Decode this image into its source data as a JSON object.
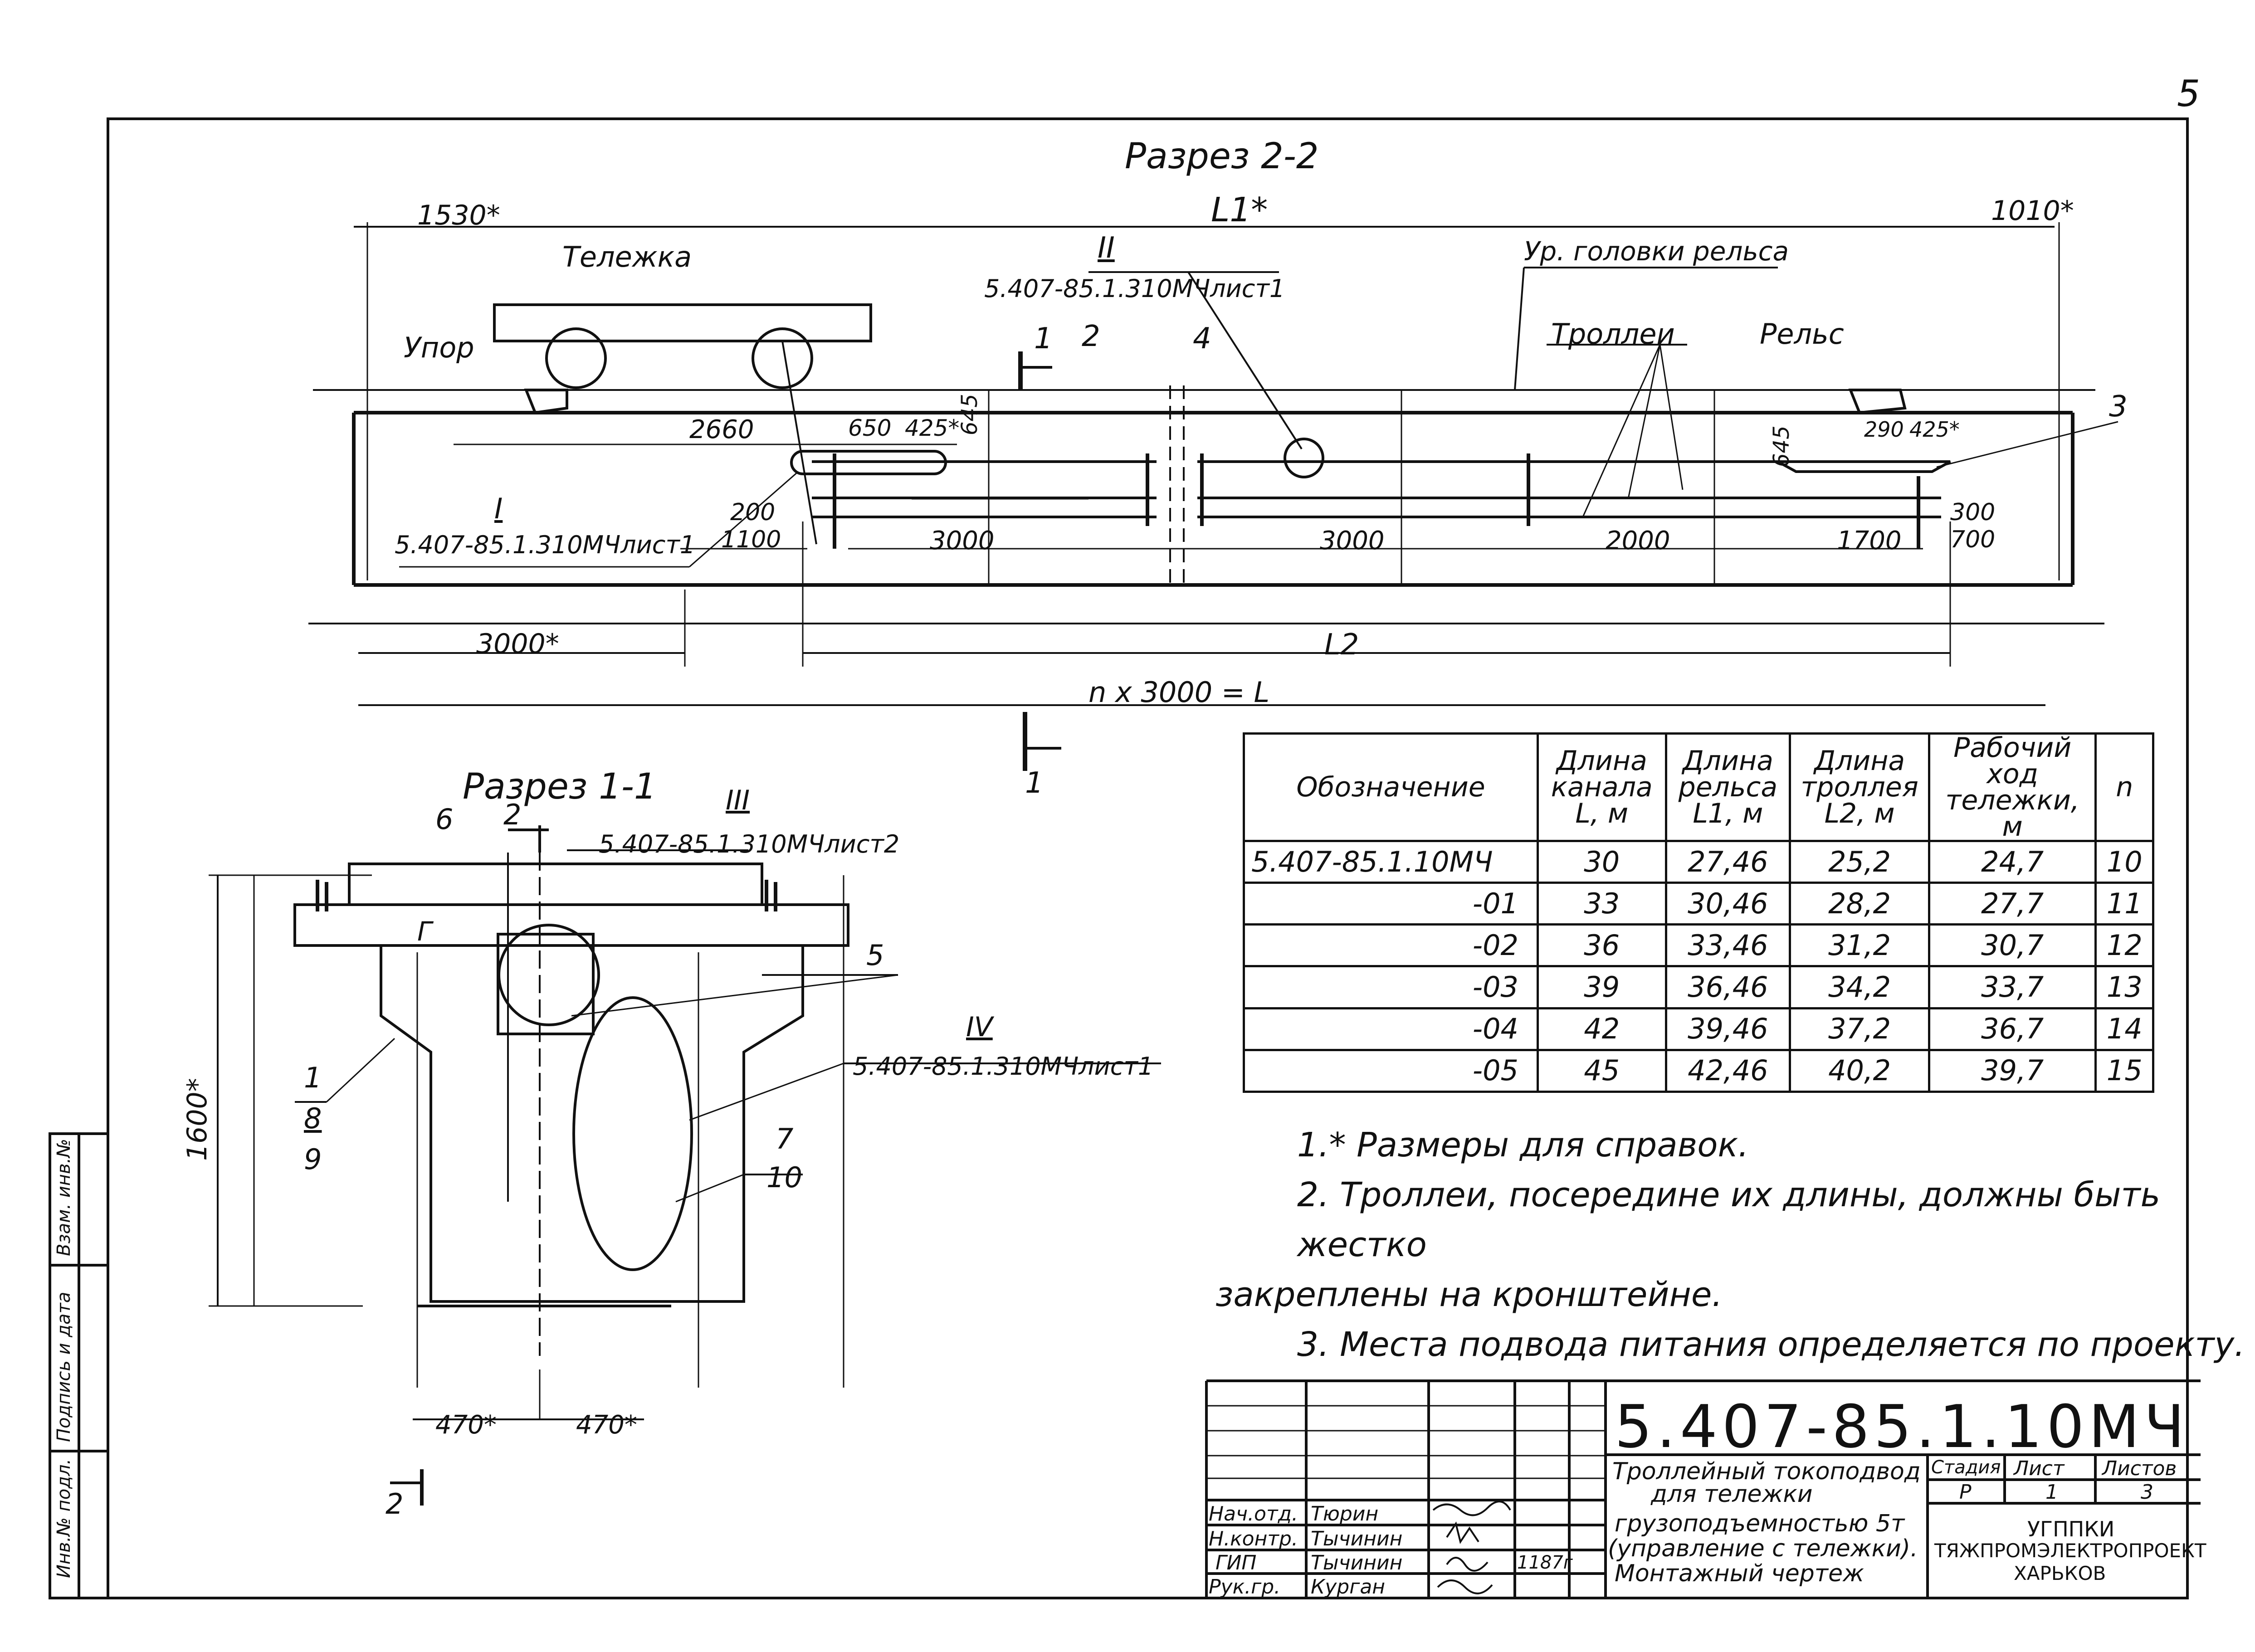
{
  "page_number": "5",
  "section_2_2": {
    "title": "Разрез 2-2",
    "dims_top": {
      "left": "1530*",
      "center": "L1*",
      "right": "1010*"
    },
    "labels": {
      "trolley": "Тележка",
      "stop": "Упор",
      "rail_level": "Ур. головки рельса",
      "trolleys": "Троллеи",
      "rail": "Рельс",
      "node_ii": "II",
      "node_ii_ref": "5.407-85.1.310МЧлист1",
      "node_i": "I",
      "node_i_ref": "5.407-85.1.310МЧлист1",
      "callout_2": "2",
      "callout_3": "3",
      "callout_4": "4",
      "section_mark_1": "1"
    },
    "dims_inner": [
      "2660",
      "650",
      "425*",
      "645",
      "645",
      "290",
      "425*",
      "200",
      "1100",
      "3000",
      "3000",
      "2000",
      "1700",
      "300",
      "700"
    ],
    "dims_bottom": {
      "left": "3000*",
      "l2": "L2",
      "total": "n x 3000 = L"
    }
  },
  "section_1_1": {
    "title": "Разрез 1-1",
    "node_iii": "III",
    "node_iii_ref": "5.407-85.1.310МЧлист2",
    "node_iv": "IV",
    "node_iv_ref": "5.407-85.1.310МЧлист1",
    "callouts": [
      "6",
      "2",
      "5",
      "1",
      "8",
      "9",
      "7",
      "10"
    ],
    "letter_g": "Г",
    "dim_height": "1600*",
    "dim_bottom": [
      "470*",
      "470*"
    ],
    "section_mark_2": "2"
  },
  "spec_table": {
    "headers": [
      "Обозначение",
      "Длина канала L, м",
      "Длина рельса L1, м",
      "Длина троллея L2, м",
      "Рабочий ход тележки, м",
      "n"
    ],
    "rows": [
      [
        "5.407-85.1.10МЧ",
        "30",
        "27,46",
        "25,2",
        "24,7",
        "10"
      ],
      [
        "-01",
        "33",
        "30,46",
        "28,2",
        "27,7",
        "11"
      ],
      [
        "-02",
        "36",
        "33,46",
        "31,2",
        "30,7",
        "12"
      ],
      [
        "-03",
        "39",
        "36,46",
        "34,2",
        "33,7",
        "13"
      ],
      [
        "-04",
        "42",
        "39,46",
        "37,2",
        "36,7",
        "14"
      ],
      [
        "-05",
        "45",
        "42,46",
        "40,2",
        "39,7",
        "15"
      ]
    ]
  },
  "notes": [
    "1.* Размеры для справок.",
    "2. Троллеи, посередине их длины, должны быть жестко",
    "закреплены на кронштейне.",
    "3. Места подвода питания определяется по проекту."
  ],
  "title_block": {
    "doc_number": "5.407-85.1.10МЧ",
    "title_lines": [
      "Троллейный токоподвод",
      "для тележки",
      "грузоподъемностью 5т",
      "(управление с тележки).",
      "Монтажный чертеж"
    ],
    "stage_header": "Стадия",
    "sheet_header": "Лист",
    "sheets_header": "Листов",
    "stage": "Р",
    "sheet": "1",
    "sheets": "3",
    "org": [
      "УГППКИ",
      "ТЯЖПРОМЭЛЕКТРОПРОЕКТ",
      "ХАРЬКОВ"
    ],
    "people": [
      {
        "role": "Нач.отд.",
        "name": "Тюрин",
        "date": ""
      },
      {
        "role": "Н.контр.",
        "name": "Тычинин",
        "date": ""
      },
      {
        "role": "ГИП",
        "name": "Тычинин",
        "date": "1187г"
      },
      {
        "role": "Рук.гр.",
        "name": "Курган",
        "date": ""
      }
    ]
  },
  "margin_stamp": [
    "Инв.№ подл.",
    "Подпись и дата",
    "Взам. инв.№"
  ]
}
